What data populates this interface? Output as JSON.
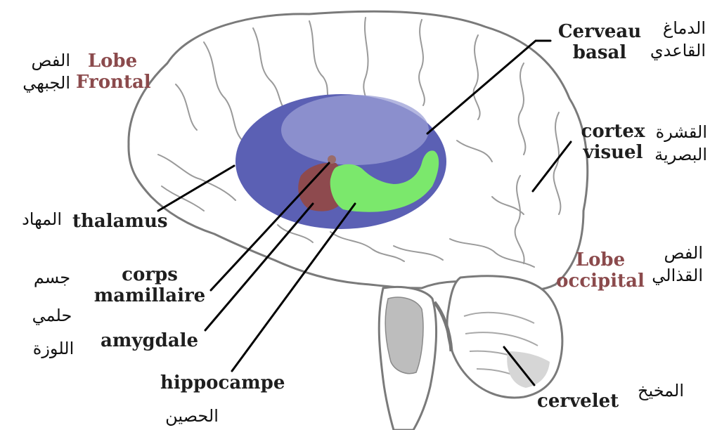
{
  "labels": {
    "lobe_frontal": {
      "fr": [
        "Lobe",
        "Frontal"
      ],
      "ar": [
        "الفص",
        "الجبهي"
      ]
    },
    "cerveau_basal": {
      "fr": [
        "Cerveau",
        "basal"
      ],
      "ar": [
        "الدماغ",
        "القاعدي"
      ]
    },
    "cortex_visuel": {
      "fr": [
        "cortex",
        "visuel"
      ],
      "ar": [
        "القشرة",
        "البصرية"
      ]
    },
    "thalamus": {
      "fr": "thalamus",
      "ar": "المهاد"
    },
    "corps_mamillaire": {
      "fr": [
        "corps",
        "mamillaire"
      ],
      "ar": [
        "جسم",
        "حلمي"
      ]
    },
    "lobe_occipital": {
      "fr": [
        "Lobe",
        "occipital"
      ],
      "ar": [
        "الفص",
        "القذالي"
      ]
    },
    "amygdale": {
      "fr": "amygdale",
      "ar": "اللوزة"
    },
    "hippocampe": {
      "fr": "hippocampe",
      "ar": "الحصين"
    },
    "cervelet": {
      "fr": "cervelet",
      "ar": "المخيخ"
    }
  },
  "colors": {
    "french_text": "#1e1e1e",
    "lobe_text": "#8b4a4c",
    "limbic_oval": "#5b60b4",
    "hippocampus": "#7be86c",
    "amygdala": "#8e4a4e",
    "brain_outline": "#7a7a7a",
    "brain_fill": "#ffffff",
    "cerebellum_shade": "#d6d6d6",
    "brainstem_fill": "#bdbdbd"
  }
}
